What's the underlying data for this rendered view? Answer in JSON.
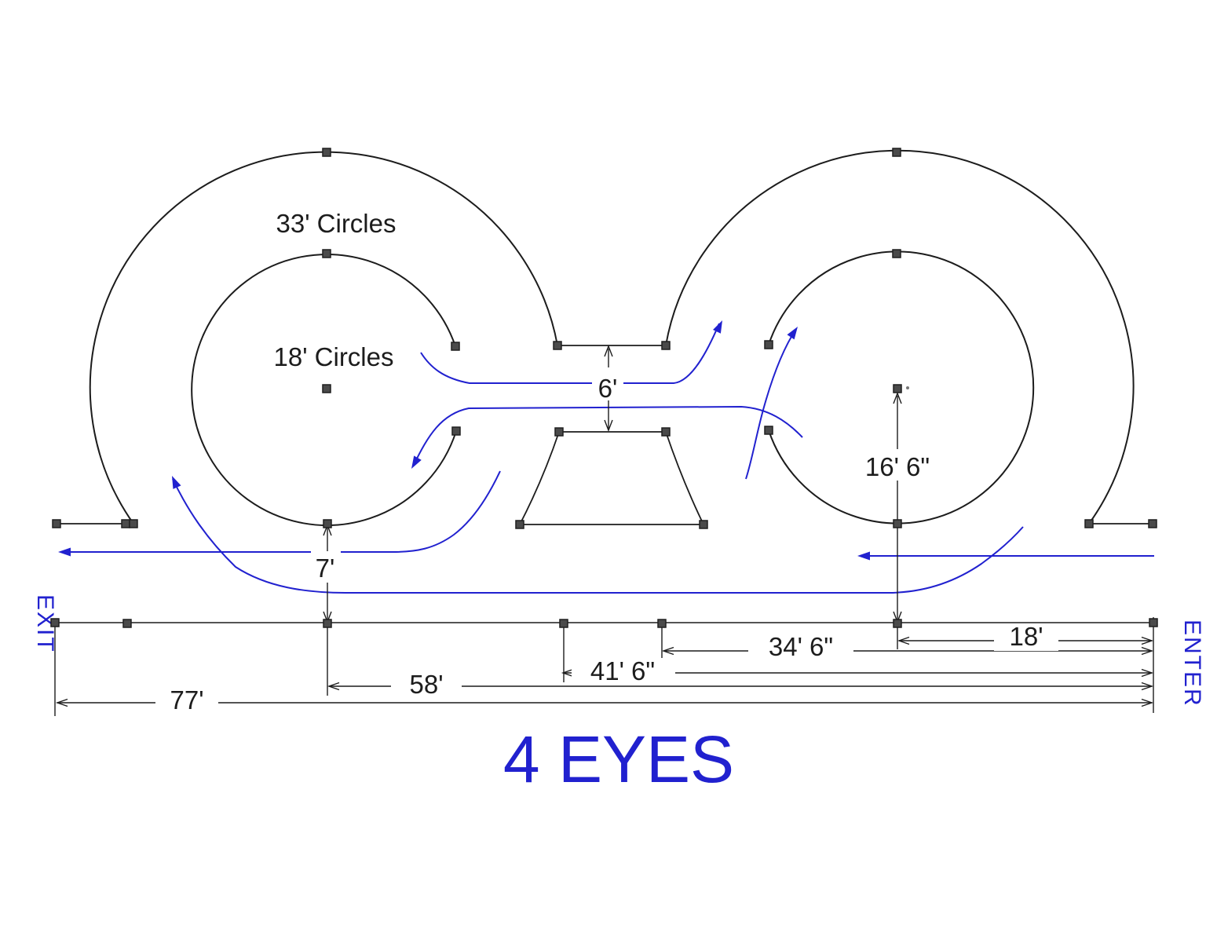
{
  "diagram": {
    "title": "4 EYES",
    "exit_label": "EXIT",
    "enter_label": "ENTER",
    "annotations": {
      "outer_circles": "33' Circles",
      "inner_circles": "18' Circles",
      "gap_width": "6'",
      "left_circle_to_baseline": "7'",
      "right_center_to_baseline": "16' 6\""
    },
    "dims": [
      {
        "name": "enter-to-right-circle",
        "label": "18'"
      },
      {
        "name": "enter-to-mid-marker",
        "label": "34' 6\""
      },
      {
        "name": "enter-to-trapezoid",
        "label": "41' 6\""
      },
      {
        "name": "enter-to-left-circle",
        "label": "58'"
      },
      {
        "name": "enter-to-exit",
        "label": "77'"
      }
    ],
    "colors": {
      "ink": "#1c1c1c",
      "path_blue": "#2121cf",
      "marker": "#4a4a4a"
    }
  }
}
